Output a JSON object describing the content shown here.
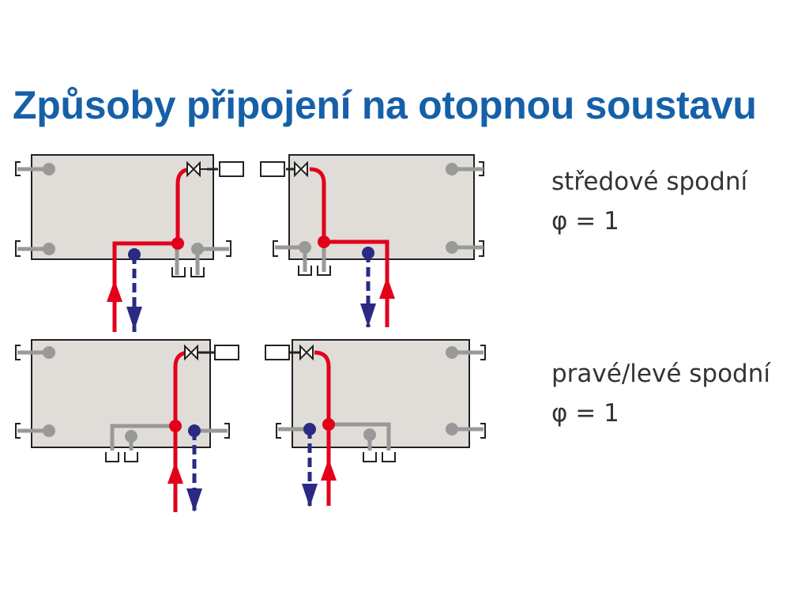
{
  "title": "Způsoby připojení na otopnou soustavu",
  "labels": [
    {
      "name": "středové spodní",
      "phi": "φ = 1"
    },
    {
      "name": "pravé/levé spodní",
      "phi": "φ = 1"
    }
  ],
  "colors": {
    "title": "#1660a8",
    "supply": "#e2001a",
    "return": "#2a2a85",
    "pipe": "#999999",
    "radiator_fill": "#e0ddd8",
    "radiator_border": "#222222"
  },
  "icons": [
    "valve-icon",
    "thermostat-head-icon",
    "wall-bracket-icon",
    "supply-arrow-icon",
    "return-arrow-icon"
  ]
}
